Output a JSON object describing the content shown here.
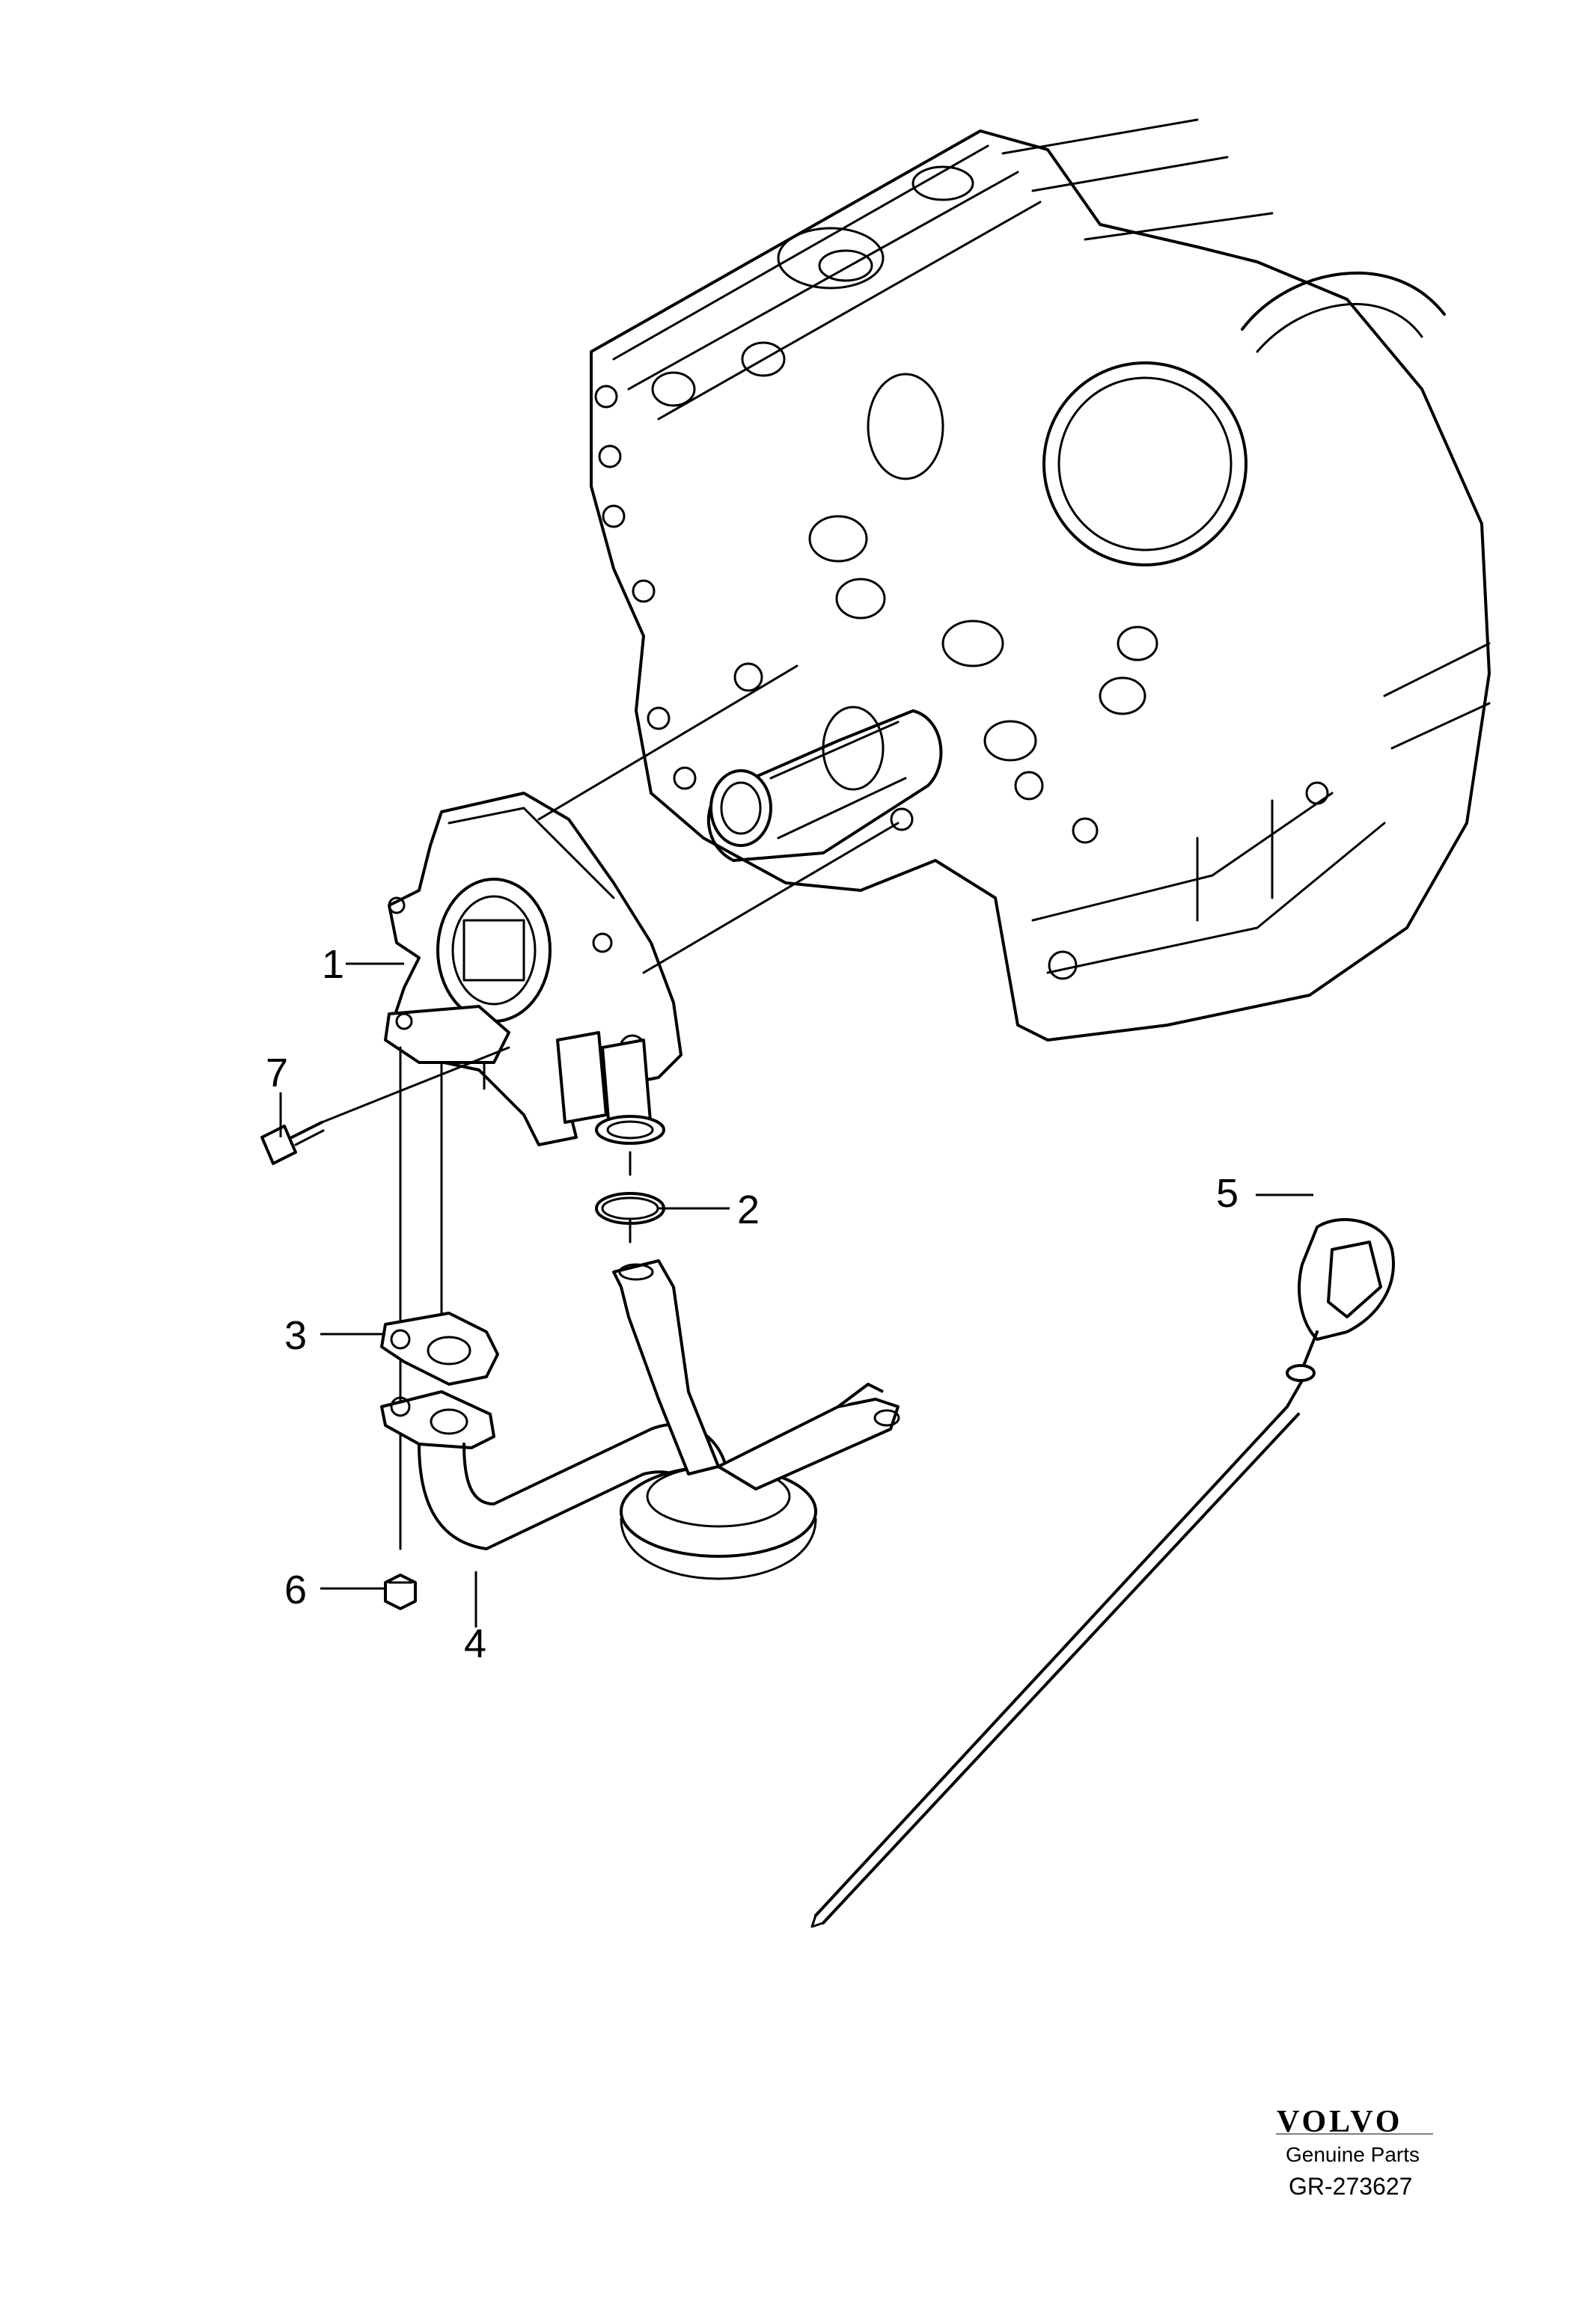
{
  "callouts": [
    "1",
    "2",
    "3",
    "4",
    "5",
    "6",
    "7"
  ],
  "footer": {
    "brand": "VOLVO",
    "tagline": "Genuine Parts",
    "reference": "GR-273627"
  }
}
